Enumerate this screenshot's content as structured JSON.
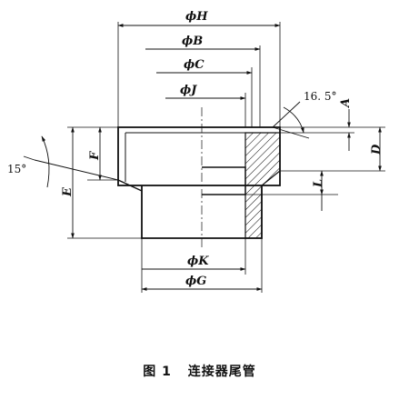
{
  "figure": {
    "labels": {
      "phi_h": "ϕH",
      "phi_b": "ϕB",
      "phi_c": "ϕC",
      "phi_j": "ϕJ",
      "phi_k": "ϕK",
      "phi_g": "ϕG",
      "angle_top": "16. 5°",
      "angle_left": "15°",
      "a": "A",
      "d": "D",
      "f": "F",
      "e": "E",
      "l": "L"
    },
    "caption": {
      "number": "图 1",
      "title": "连接器尾管"
    }
  }
}
